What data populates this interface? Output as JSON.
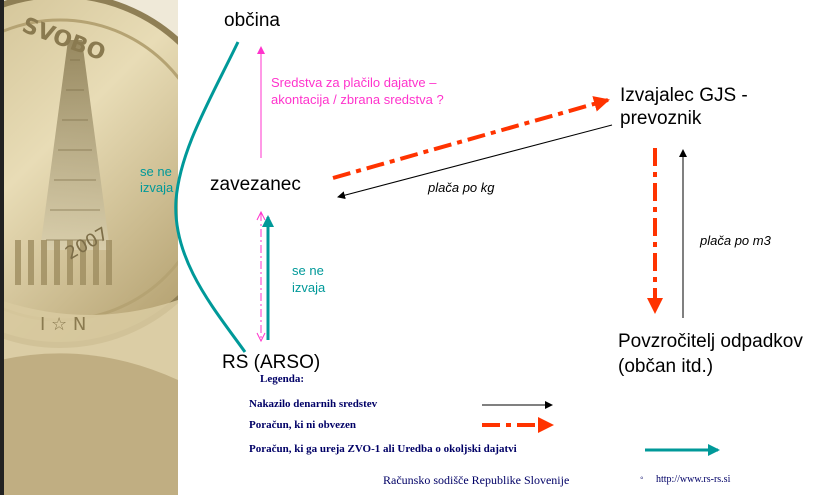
{
  "nodes": {
    "obcina": "občina",
    "zavezanec": "zavezanec",
    "rs_arso": "RS (ARSO)",
    "izvajalec_line1": "Izvajalec GJS -",
    "izvajalec_line2": "prevoznik",
    "povzrocitelj_line1": "Povzročitelj odpadkov",
    "povzrocitelj_line2": "(občan itd.)"
  },
  "annotations": {
    "sredstva_line1": "Sredstva za plačilo dajatve –",
    "sredstva_line2": "akontacija / zbrana sredstva ?",
    "placa_kg": "plača po kg",
    "placa_m3": "plača po m3",
    "se_ne_izvaja_left_1": "se ne",
    "se_ne_izvaja_left_2": "izvaja",
    "se_ne_izvaja_mid_1": "se ne",
    "se_ne_izvaja_mid_2": "izvaja"
  },
  "legend": {
    "title": "Legenda:",
    "item1": "Nakazilo denarnih sredstev",
    "item2": "Poračun, ki ni obvezen",
    "item3": "Poračun, ki ga ureja ZVO-1 ali Uredba o okoljski dajatvi"
  },
  "footer": {
    "org": "Računsko sodišče Republike Slovenije",
    "sep": "◦",
    "url": "http://www.rs-rs.si"
  },
  "colors": {
    "money": "#000000",
    "optional": "#ff3300",
    "regulated": "#009999",
    "pink": "#ff33cc",
    "legend_text": "#000066"
  }
}
